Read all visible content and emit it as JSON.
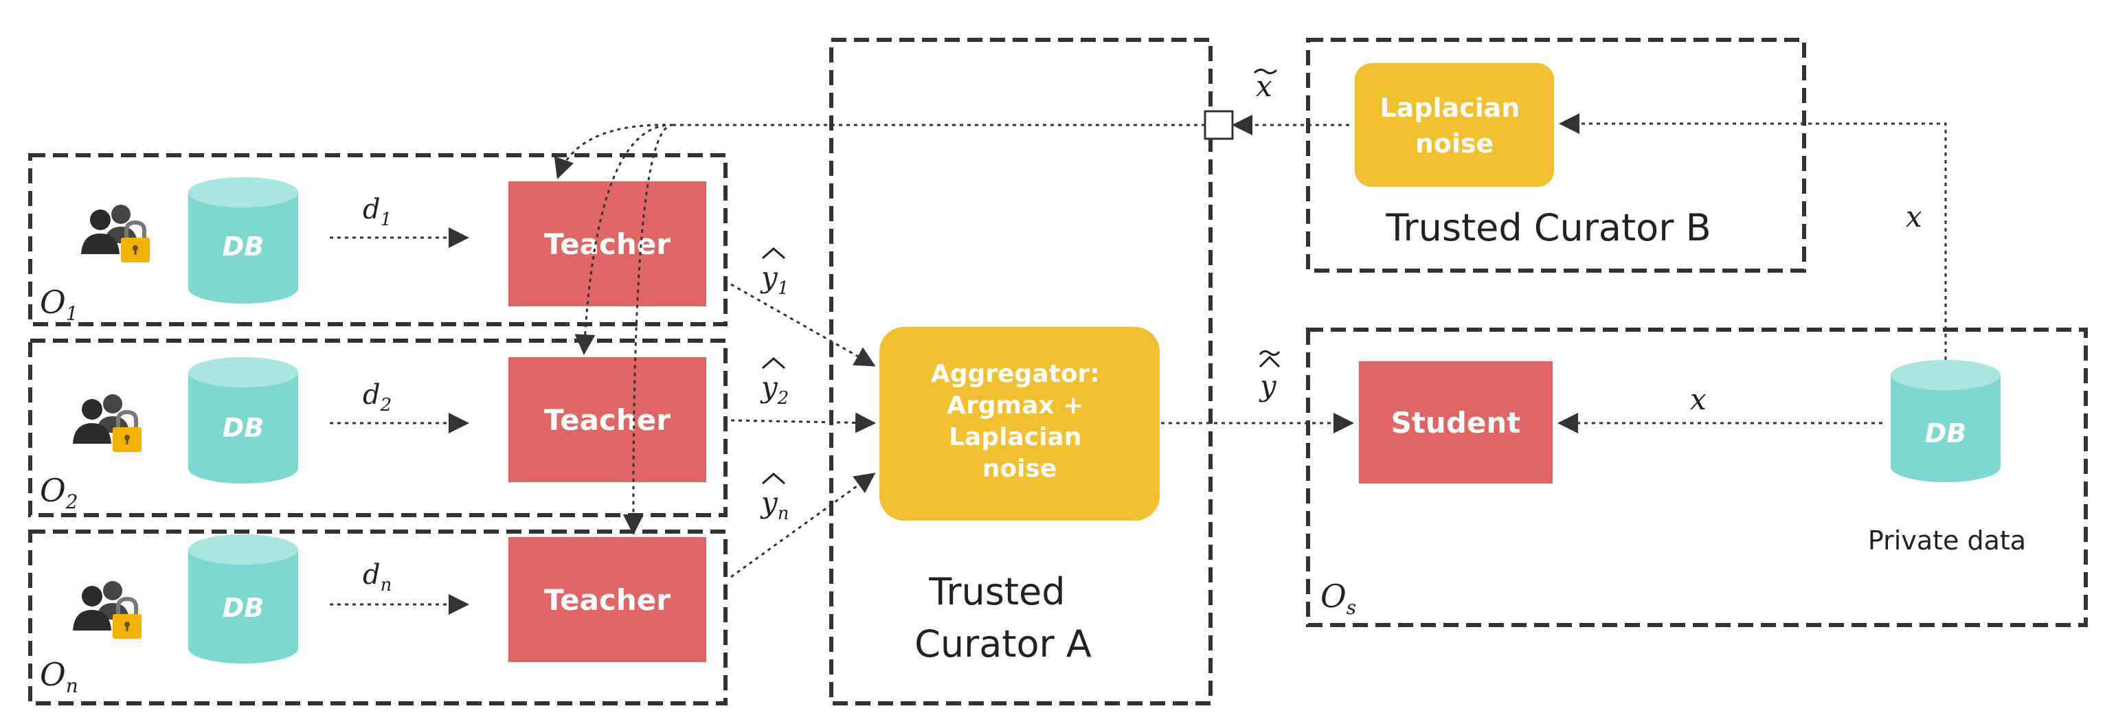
{
  "teachers": [
    {
      "owner": "O",
      "owner_sub": "1",
      "db": "DB",
      "data": "d",
      "data_sub": "1",
      "model": "Teacher",
      "prediction": "y",
      "prediction_sub": "1"
    },
    {
      "owner": "O",
      "owner_sub": "2",
      "db": "DB",
      "data": "d",
      "data_sub": "2",
      "model": "Teacher",
      "prediction": "y",
      "prediction_sub": "2"
    },
    {
      "owner": "O",
      "owner_sub": "n",
      "db": "DB",
      "data": "d",
      "data_sub": "n",
      "model": "Teacher",
      "prediction": "y",
      "prediction_sub": "n"
    }
  ],
  "curator_a": {
    "title_line1": "Trusted",
    "title_line2": "Curator A",
    "aggregator_lines": [
      "Aggregator:",
      "Argmax +",
      "Laplacian",
      "noise"
    ]
  },
  "curator_b": {
    "title": "Trusted Curator B",
    "noise_lines": [
      "Laplacian",
      "noise"
    ]
  },
  "student": {
    "owner": "O",
    "owner_sub": "s",
    "model": "Student",
    "db": "DB",
    "db_caption": "Private data",
    "input_label": "x",
    "query_label": "x",
    "noisy_query_label": "x",
    "noisy_label": "y"
  },
  "colors": {
    "teacher_fill": "#e06666",
    "aggregator_fill": "#f0c030",
    "db_fill": "#7fd8cf",
    "db_top": "#a9e6df",
    "box_text": "#ffffff",
    "border": "#333333",
    "lock": "#f0b400"
  },
  "icons": [
    "users-lock-icon",
    "database-icon"
  ]
}
